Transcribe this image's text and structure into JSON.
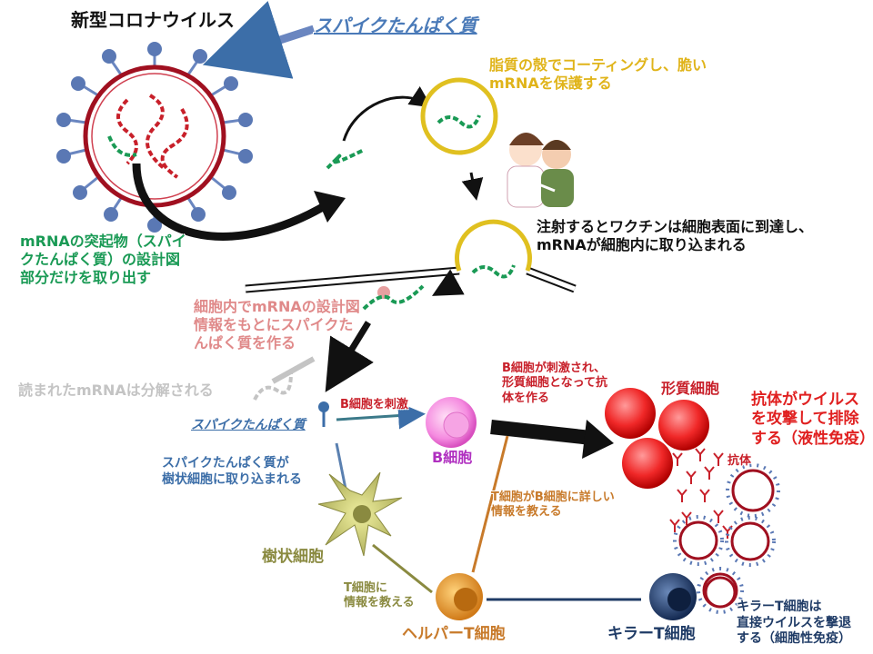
{
  "title": "新型コロナウイルス",
  "spike_label": "スパイクたんぱく質",
  "lipid_shell": [
    "脂質の殻でコーティングし、脆い",
    "mRNAを保護する"
  ],
  "extract": [
    "mRNAの突起物（スパイ",
    "クたんぱく質）の設計図",
    "部分だけを取り出す"
  ],
  "injection": [
    "注射するとワクチンは細胞表面に到達し、",
    "mRNAが細胞内に取り込まれる"
  ],
  "in_cell": [
    "細胞内でmRNAの設計図",
    "情報をもとにスパイクた",
    "んぱく質を作る"
  ],
  "degraded": "読まれたmRNAは分解される",
  "spike_label2": "スパイクたんぱく質",
  "b_stim": "B細胞を刺激",
  "b_cell": "B細胞",
  "b_stimulated": [
    "B細胞が刺激され、",
    "形質細胞となって抗",
    "体を作る"
  ],
  "plasma_cell": "形質細胞",
  "antibody_attack": [
    "抗体がウイルス",
    "を攻撃して排除",
    "する（液性免疫）"
  ],
  "antibody": "抗体",
  "dendritic_take": [
    "スパイクたんぱく質が",
    "樹状細胞に取り込まれる"
  ],
  "dendritic_cell": "樹状細胞",
  "t_tells_b": [
    "T細胞がB細胞に詳しい",
    "情報を教える"
  ],
  "t_info": [
    "T細胞に",
    "情報を教える"
  ],
  "helper_t": "ヘルパーT細胞",
  "killer_t": "キラーT細胞",
  "killer_attack": [
    "キラーT細胞は",
    "直接ウイルスを撃退",
    "する（細胞性免疫）"
  ],
  "colors": {
    "green": "#1a9a55",
    "yellow": "#e0b41a",
    "pink": "#e08a8a",
    "grey": "#c4c4c4",
    "blue": "#3c6ea8",
    "red": "#e02020",
    "darkred": "#c8202a",
    "olive": "#8a8a40",
    "orange": "#c87a2a",
    "navy": "#1f3b66"
  }
}
